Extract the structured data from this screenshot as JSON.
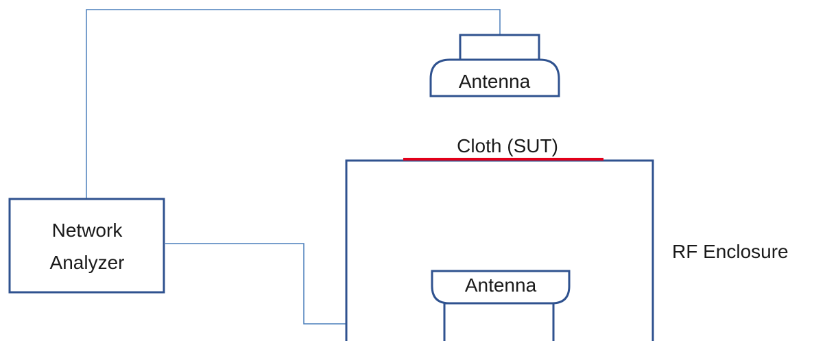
{
  "labels": {
    "top_antenna": "Antenna",
    "bottom_antenna": "Antenna",
    "cloth": "Cloth (SUT)",
    "network_analyzer_line1": "Network",
    "network_analyzer_line2": "Analyzer",
    "rf_enclosure": "RF Enclosure"
  },
  "colors": {
    "box_stroke": "#2f528f",
    "cable": "#4a7ebb",
    "sample_under_test": "#e2001a",
    "text": "#1a1a1a"
  }
}
